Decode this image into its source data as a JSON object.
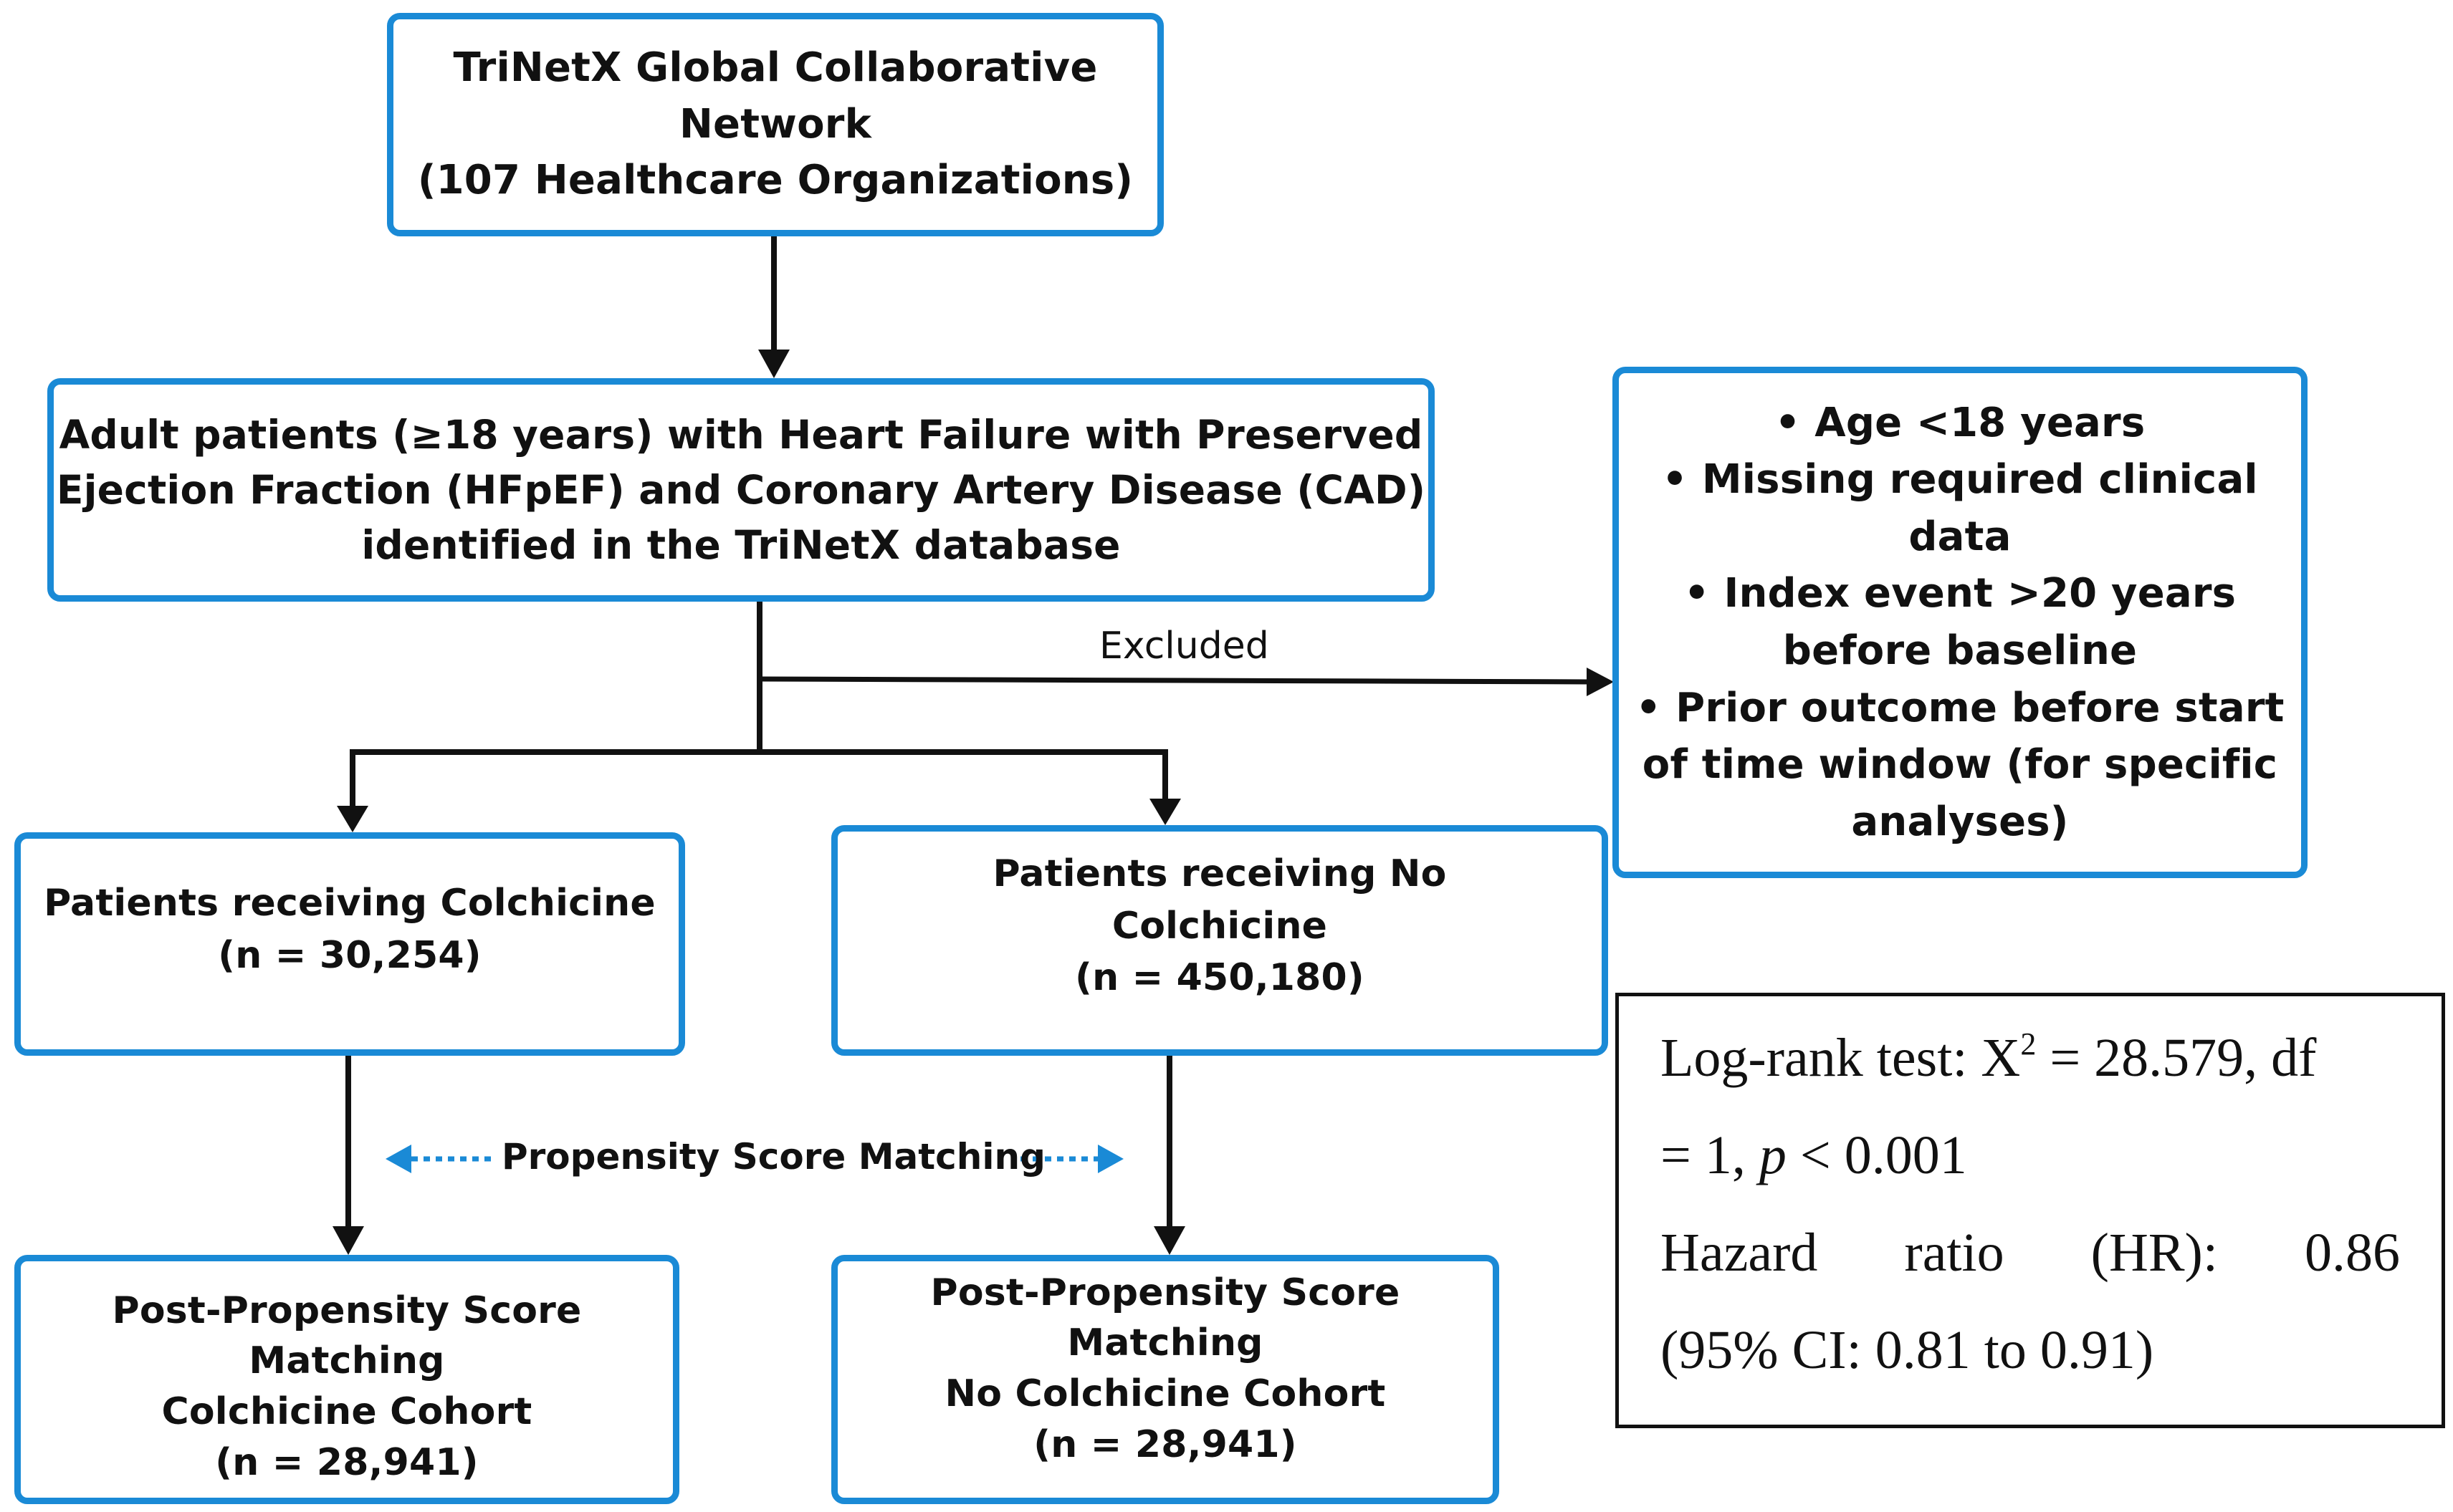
{
  "colors": {
    "box_border": "#1a8ad6",
    "arrow": "#111111",
    "dotted_arrow": "#1a8ad6",
    "stats_border": "#111111"
  },
  "boxes": {
    "network": {
      "line1": "TriNetX Global Collaborative",
      "line2": "Network",
      "line3": "(107 Healthcare Organizations)"
    },
    "population": {
      "line1": "Adult patients (≥18 years) with Heart Failure with Preserved",
      "line2": "Ejection Fraction (HFpEF) and Coronary Artery Disease (CAD)",
      "line3": "identified in the TriNetX database"
    },
    "exclusions": {
      "line1": "• Age <18 years",
      "line2": "• Missing required clinical",
      "line3": "data",
      "line4": "• Index event >20 years",
      "line5": "before baseline",
      "line6": "• Prior outcome before start",
      "line7": "of time window (for specific",
      "line8": "analyses)"
    },
    "colchicine": {
      "line1": "Patients receiving Colchicine",
      "line2": "(n = 30,254)"
    },
    "no_colchicine": {
      "line1": "Patients receiving No",
      "line2": "Colchicine",
      "line3": "(n = 450,180)"
    },
    "post_colchicine": {
      "line1": "Post-Propensity Score",
      "line2": "Matching",
      "line3": "Colchicine Cohort",
      "line4": "(n = 28,941)"
    },
    "post_no_colchicine": {
      "line1": "Post-Propensity Score",
      "line2": "Matching",
      "line3": "No Colchicine Cohort",
      "line4": "(n = 28,941)"
    }
  },
  "labels": {
    "excluded": "Excluded",
    "psm": "Propensity Score Matching"
  },
  "stats": {
    "logrank_prefix": "Log-rank test: X",
    "logrank_sup": "2",
    "logrank_value": " = 28.579, df",
    "line2_prefix": "= 1, ",
    "p_symbol": "p",
    "line2_suffix": " < 0.001",
    "hr_word1": "Hazard",
    "hr_word2": "ratio",
    "hr_word3": "(HR):",
    "hr_value": "0.86",
    "ci": "(95% CI: 0.81 to 0.91)"
  }
}
